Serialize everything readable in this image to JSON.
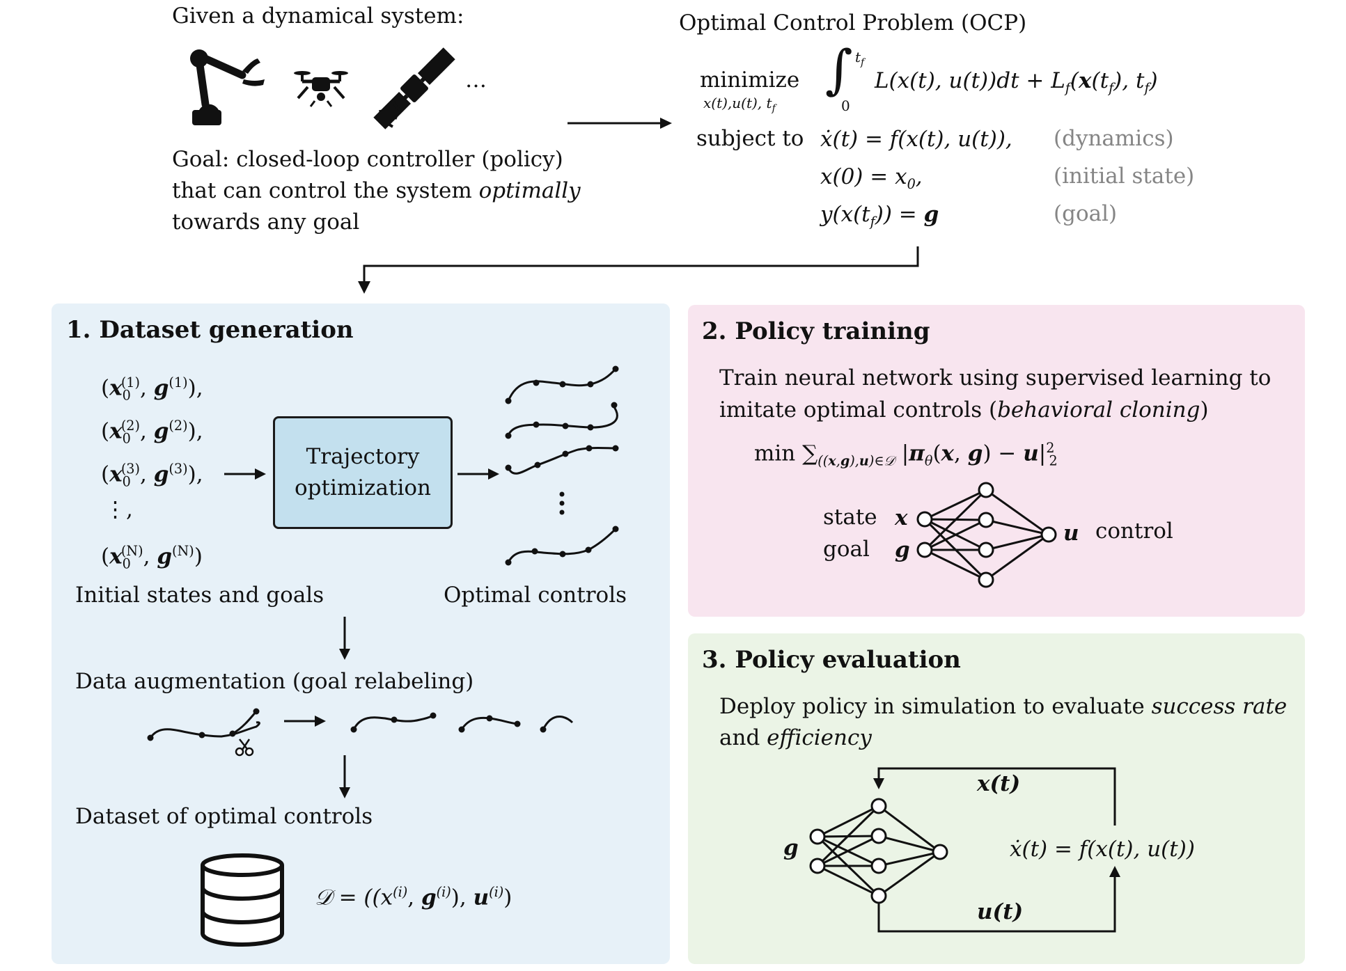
{
  "top": {
    "given_text": "Given a dynamical system:",
    "ellipsis": "…",
    "goal_lines": [
      "Goal: closed-loop controller (policy)",
      "that can control the system ",
      "optimally",
      "towards any goal"
    ],
    "icons": [
      "robot-arm-icon",
      "drone-icon",
      "satellite-icon"
    ]
  },
  "ocp": {
    "title": "Optimal Control Problem (OCP)",
    "minimize": "minimize",
    "minimize_vars": "x(t),u(t), t",
    "subject_to": "subject to",
    "cost": "L(x(t), u(t))dt + L",
    "dynamics_eq": "ẋ(t) = f(x(t), u(t)),",
    "initial_eq": "x(0) = x",
    "goal_eq": "y(x(t",
    "labels": {
      "dynamics": "(dynamics)",
      "initial": "(initial state)",
      "goal": "(goal)"
    }
  },
  "panel1": {
    "title": "1. Dataset generation",
    "pairs": [
      "(1)",
      "(2)",
      "(3)",
      "(N)"
    ],
    "vdots": "⋮,",
    "box_lines": [
      "Trajectory",
      "optimization"
    ],
    "inputs_label": "Initial states and goals",
    "outputs_label": "Optimal controls",
    "augmentation_label": "Data augmentation (goal relabeling)",
    "dataset_label": "Dataset of optimal controls",
    "dataset_eq": "𝒟 = ((x",
    "color": "#e7f1f8"
  },
  "panel2": {
    "title": "2. Policy training",
    "desc_line1": "Train neural network using supervised learning to",
    "desc_line2_a": "imitate optimal controls (",
    "desc_line2_b": "behavioral cloning",
    "desc_line2_c": ")",
    "objective": "min ∑",
    "state_label": "state",
    "goal_label": "goal",
    "control_label": "control",
    "color": "#f8e5ef"
  },
  "panel3": {
    "title": "3. Policy evaluation",
    "desc_line1_a": "Deploy policy in simulation to evaluate ",
    "desc_line1_b": "success rate",
    "desc_line2_a": "and ",
    "desc_line2_b": "efficiency",
    "feedback_top": "x(t)",
    "feedback_bottom": "u(t)",
    "dynamics": "ẋ(t) = f(x(t), u(t))",
    "input": "g",
    "color": "#ebf4e6"
  }
}
